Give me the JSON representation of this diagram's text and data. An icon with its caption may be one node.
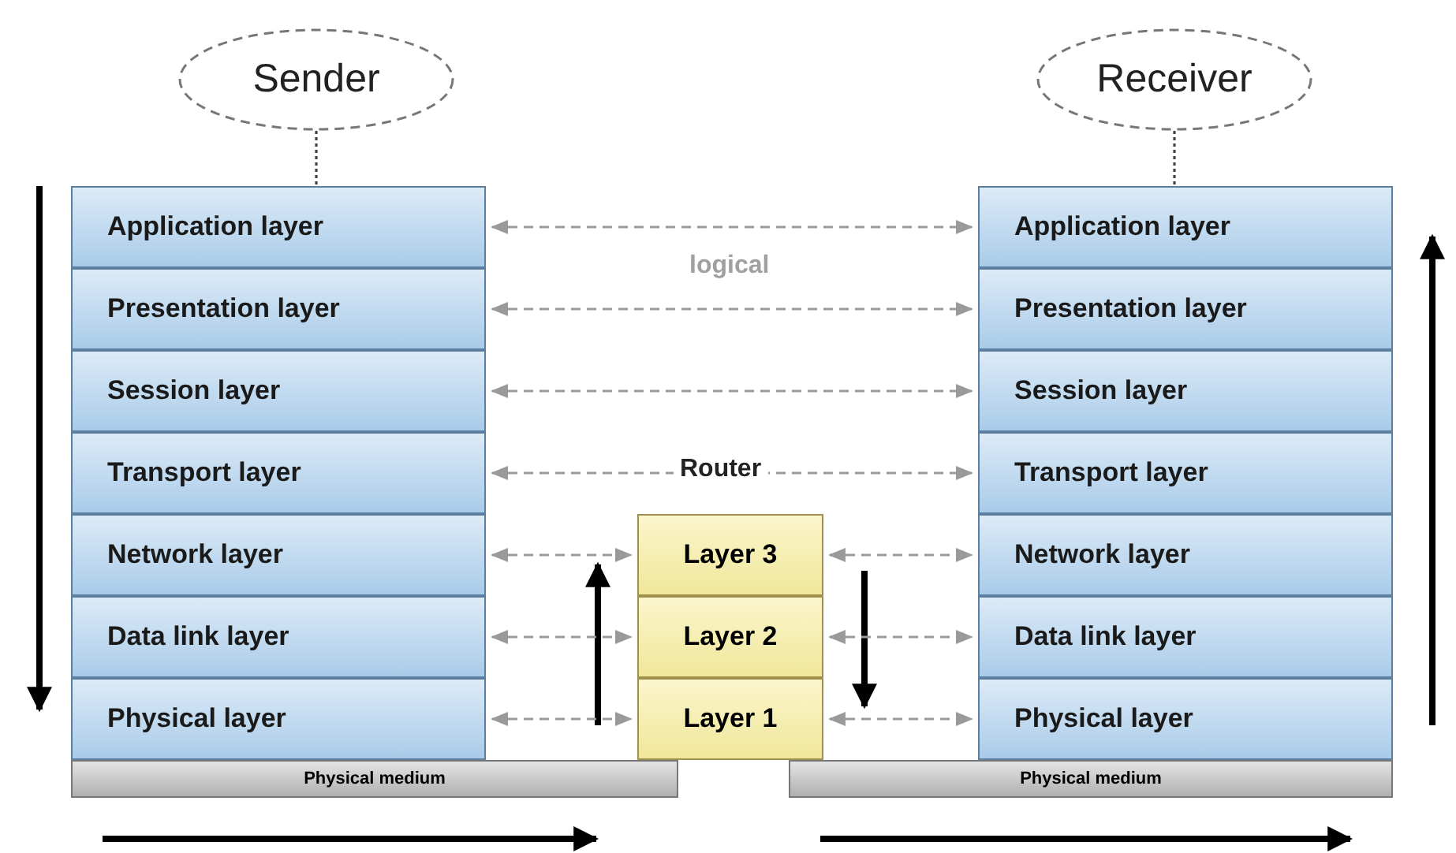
{
  "diagram": {
    "nodes": [
      {
        "text": [
          "Sender"
        ]
      },
      {
        "text": [
          "Receiver"
        ]
      },
      {
        "text": [
          "Application layer"
        ]
      },
      {
        "text": [
          "Presentation layer"
        ]
      },
      {
        "text": [
          "Session layer"
        ]
      },
      {
        "text": [
          "Transport layer"
        ]
      },
      {
        "text": [
          "Network layer"
        ]
      },
      {
        "text": [
          "Data link layer"
        ]
      },
      {
        "text": [
          "Physical layer"
        ]
      },
      {
        "text": [
          "Physical medium"
        ]
      },
      {
        "text": [
          "Layer 3"
        ]
      },
      {
        "text": [
          "Layer 2"
        ]
      },
      {
        "text": [
          "Layer 1"
        ]
      },
      {
        "text": [
          "Application layer"
        ]
      },
      {
        "text": [
          "Presentation layer"
        ]
      },
      {
        "text": [
          "Session layer"
        ]
      },
      {
        "text": [
          "Transport layer"
        ]
      },
      {
        "text": [
          "Network layer"
        ]
      },
      {
        "text": [
          "Data link layer"
        ]
      },
      {
        "text": [
          "Physical layer"
        ]
      },
      {
        "text": [
          "Physical medium"
        ]
      }
    ],
    "edges": [
      {
        "from": 0,
        "to": 2,
        "arrow": "none",
        "style": "dashed",
        "color": "#444444"
      },
      {
        "from": 1,
        "to": 13,
        "arrow": "none",
        "style": "dashed",
        "color": "#444444"
      },
      {
        "from": 2,
        "to": 13,
        "arrow": "both",
        "style": "dashed"
      },
      {
        "from": 3,
        "to": 14,
        "arrow": "both",
        "style": "dashed"
      },
      {
        "from": 4,
        "to": 15,
        "arrow": "both",
        "style": "dashed"
      },
      {
        "from": 5,
        "to": 16,
        "arrow": "both",
        "style": "dashed"
      },
      {
        "from": 6,
        "to": 10,
        "arrow": "both",
        "style": "dashed"
      },
      {
        "from": 10,
        "to": 17,
        "arrow": "both",
        "style": "dashed"
      },
      {
        "from": 7,
        "to": 11,
        "arrow": "both",
        "style": "dashed"
      },
      {
        "from": 11,
        "to": 18,
        "arrow": "both",
        "style": "dashed"
      },
      {
        "from": 8,
        "to": 12,
        "arrow": "both",
        "style": "dashed"
      },
      {
        "from": 12,
        "to": 19,
        "arrow": "both",
        "style": "dashed"
      }
    ],
    "labels": [
      "logical",
      "Router"
    ]
  }
}
